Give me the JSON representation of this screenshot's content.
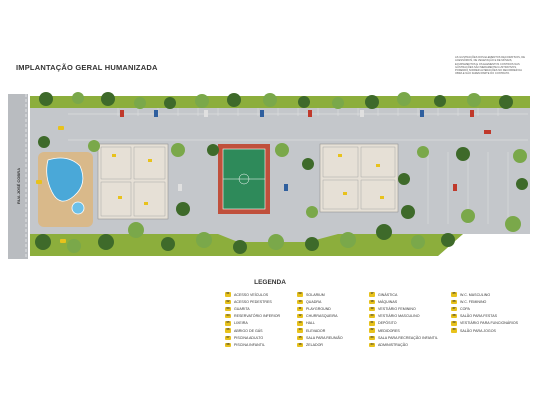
{
  "title": "IMPLANTAÇÃO GERAL HUMANIZADA",
  "disclaimer": "AS ILUSTRAÇÕES DOS ELEMENTOS DECORATIVOS, DE ACESSÓRIOS, DE VEGETAÇÃO E DE MÓVEIS, EQUIPAMENTOS E OS ELEMENTOS CONTIDOS NAS ILUSTRAÇÕES SÃO MERAMENTE ILUSTRATIVOS, PODENDO SOFRER ALTERAÇÕES NO DECORRER DA OBRA E NÃO FAZEM PARTE DO CONTRATO.",
  "street_name": "RUA JOSÉ COBRA",
  "legend": {
    "title": "LEGENDA",
    "columns": [
      [
        {
          "num": "01",
          "label": "ACESSO VEÍCULOS"
        },
        {
          "num": "02",
          "label": "ACESSO PEDESTRES"
        },
        {
          "num": "03",
          "label": "GUARITA"
        },
        {
          "num": "04",
          "label": "RESERVATÓRIO INFERIOR"
        },
        {
          "num": "05",
          "label": "LIXEIRA"
        },
        {
          "num": "06",
          "label": "ABRIGO DE GÁS"
        },
        {
          "num": "07",
          "label": "PISCINA ADULTO"
        },
        {
          "num": "08",
          "label": "PISCINA INFANTIL"
        }
      ],
      [
        {
          "num": "09",
          "label": "SOLARIUM"
        },
        {
          "num": "10",
          "label": "QUADRA"
        },
        {
          "num": "11",
          "label": "PLAYGROUND"
        },
        {
          "num": "12",
          "label": "CHURRASQUEIRA"
        },
        {
          "num": "13",
          "label": "HALL"
        },
        {
          "num": "14",
          "label": "ELEVADOR"
        },
        {
          "num": "15",
          "label": "SALA PARA REUNIÃO"
        },
        {
          "num": "16",
          "label": "ZELADOR"
        }
      ],
      [
        {
          "num": "17",
          "label": "GINÁSTICA"
        },
        {
          "num": "18",
          "label": "MÁQUINAS"
        },
        {
          "num": "19",
          "label": "VESTIÁRIO FEMININO"
        },
        {
          "num": "20",
          "label": "VESTIÁRIO MASCULINO"
        },
        {
          "num": "21",
          "label": "DEPÓSITO"
        },
        {
          "num": "22",
          "label": "MEDIDORES"
        },
        {
          "num": "23",
          "label": "SALA PARA RECREAÇÃO INFANTIL"
        },
        {
          "num": "24",
          "label": "ADMINISTRAÇÃO"
        }
      ],
      [
        {
          "num": "25",
          "label": "W.C. MASCULINO"
        },
        {
          "num": "26",
          "label": "W.C. FEMININO"
        },
        {
          "num": "27",
          "label": "COPA"
        },
        {
          "num": "28",
          "label": "SALÃO PARA FESTAS"
        },
        {
          "num": "29",
          "label": "VESTIÁRIO PARA FUNCIONÁRIOS"
        },
        {
          "num": "30",
          "label": "SALÃO PARA JOGOS"
        }
      ]
    ]
  },
  "colors": {
    "pavement": "#c4c7cb",
    "grass": "#8cae3c",
    "tree_dark": "#3e6a2a",
    "tree_light": "#7aa84a",
    "court": "#2e8a5a",
    "court_border": "#c0503c",
    "pool": "#4aa8d8",
    "deck": "#d9b98a",
    "legend_badge": "#e8c21c",
    "car_red": "#c0392b",
    "car_blue": "#2f5f9e"
  }
}
